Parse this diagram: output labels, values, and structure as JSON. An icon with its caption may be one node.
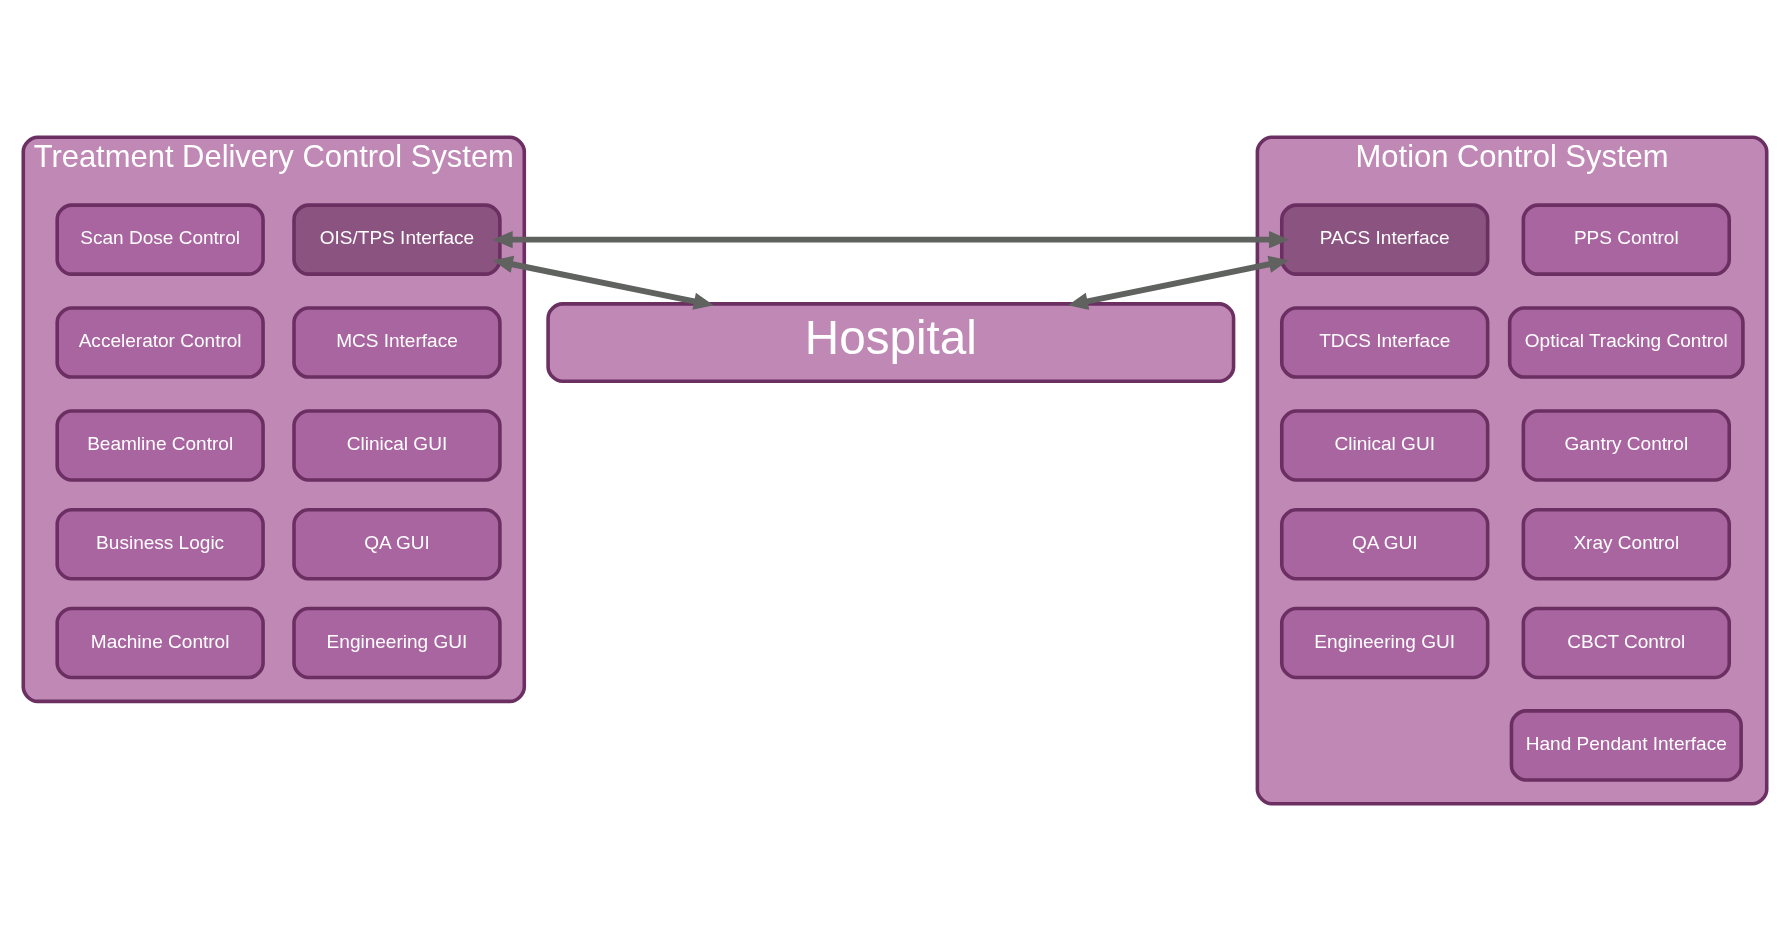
{
  "diagram": {
    "nodes": [
      {
        "text": [
          "Hospital"
        ]
      },
      {
        "text": [
          "Treatment Delivery Control System"
        ]
      },
      {
        "text": [
          "Scan Dose Control"
        ],
        "in": 1
      },
      {
        "text": [
          "Accelerator Control"
        ],
        "in": 1
      },
      {
        "text": [
          "Beamline Control"
        ],
        "in": 1
      },
      {
        "text": [
          "Business Logic"
        ],
        "in": 1
      },
      {
        "text": [
          "Machine Control"
        ],
        "in": 1
      },
      {
        "text": [
          "OIS/TPS Interface"
        ],
        "in": 1
      },
      {
        "text": [
          "MCS Interface"
        ],
        "in": 1
      },
      {
        "text": [
          "Clinical GUI"
        ],
        "in": 1
      },
      {
        "text": [
          "QA GUI"
        ],
        "in": 1
      },
      {
        "text": [
          "Engineering GUI"
        ],
        "in": 1
      },
      {
        "text": [
          "Motion Control System"
        ]
      },
      {
        "text": [
          "PACS Interface"
        ],
        "in": 12
      },
      {
        "text": [
          "TDCS Interface"
        ],
        "in": 12
      },
      {
        "text": [
          "Clinical GUI"
        ],
        "in": 12
      },
      {
        "text": [
          "QA GUI"
        ],
        "in": 12
      },
      {
        "text": [
          "Engineering GUI"
        ],
        "in": 12
      },
      {
        "text": [
          "PPS Control"
        ],
        "in": 12
      },
      {
        "text": [
          "Optical Tracking Control"
        ],
        "in": 12
      },
      {
        "text": [
          "Gantry Control"
        ],
        "in": 12
      },
      {
        "text": [
          "Xray Control"
        ],
        "in": 12
      },
      {
        "text": [
          "CBCT Control"
        ],
        "in": 12
      },
      {
        "text": [
          "Hand Pendant Interface"
        ],
        "in": 12
      }
    ],
    "edges": [
      {
        "from": 7,
        "to": 0,
        "arrow": "both"
      },
      {
        "from": 13,
        "to": 0,
        "arrow": "both"
      },
      {
        "from": 7,
        "to": 13,
        "arrow": "both"
      }
    ]
  }
}
